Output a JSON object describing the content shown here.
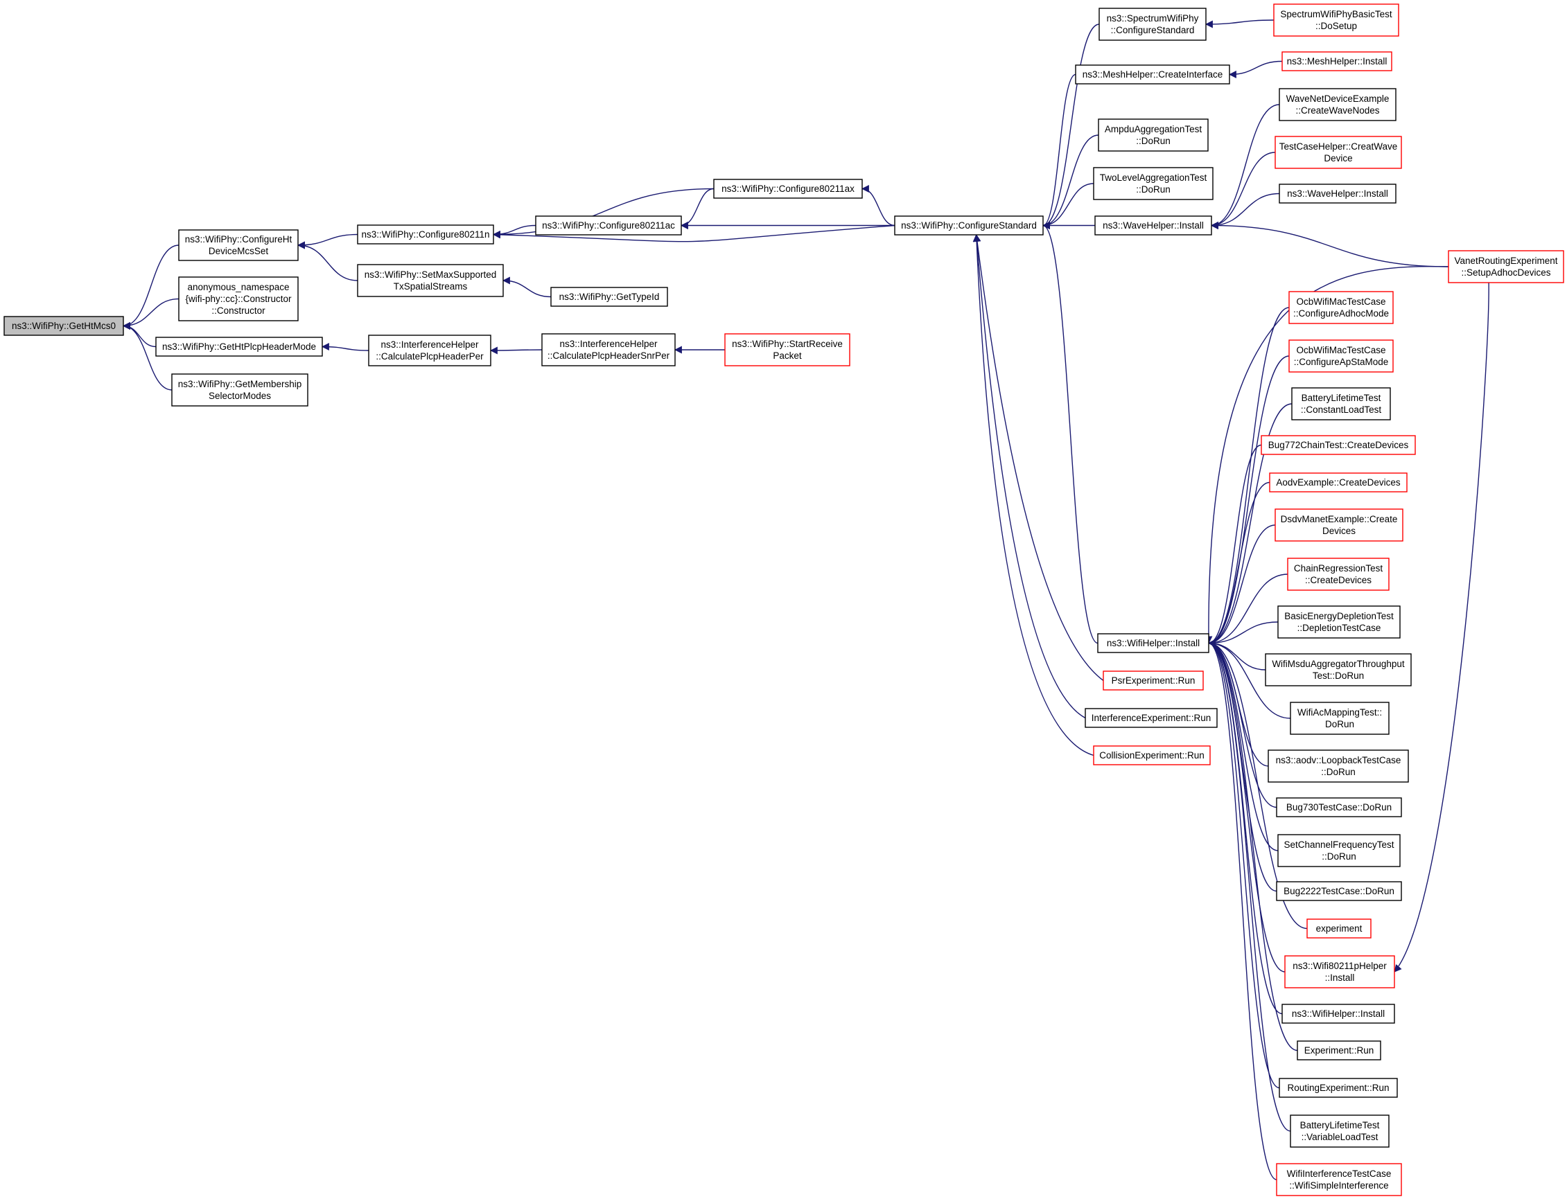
{
  "colors": {
    "edge": "#191970",
    "border_default": "#000000",
    "border_truncated": "#ff0000",
    "root_fill": "#bfbfbf",
    "background": "#ffffff"
  },
  "nodes": [
    {
      "id": "n_root",
      "lines": [
        "ns3::WifiPhy::GetHtMcs0"
      ],
      "style": "root"
    },
    {
      "id": "n_cfght",
      "lines": [
        "ns3::WifiPhy::ConfigureHt",
        "DeviceMcsSet"
      ],
      "style": "normal"
    },
    {
      "id": "n_anon",
      "lines": [
        "anonymous_namespace",
        "{wifi-phy::cc}::Constructor",
        "::Constructor"
      ],
      "style": "normal"
    },
    {
      "id": "n_gethtplcp",
      "lines": [
        "ns3::WifiPhy::GetHtPlcpHeaderMode"
      ],
      "style": "normal"
    },
    {
      "id": "n_getmember",
      "lines": [
        "ns3::WifiPhy::GetMembership",
        "SelectorModes"
      ],
      "style": "normal"
    },
    {
      "id": "n_cfg11n",
      "lines": [
        "ns3::WifiPhy::Configure80211n"
      ],
      "style": "normal"
    },
    {
      "id": "n_setmax",
      "lines": [
        "ns3::WifiPhy::SetMaxSupported",
        "TxSpatialStreams"
      ],
      "style": "normal"
    },
    {
      "id": "n_ihper",
      "lines": [
        "ns3::InterferenceHelper",
        "::CalculatePlcpHeaderPer"
      ],
      "style": "normal"
    },
    {
      "id": "n_cfg11ac",
      "lines": [
        "ns3::WifiPhy::Configure80211ac"
      ],
      "style": "normal"
    },
    {
      "id": "n_gettypeid",
      "lines": [
        "ns3::WifiPhy::GetTypeId"
      ],
      "style": "normal"
    },
    {
      "id": "n_ihsnr",
      "lines": [
        "ns3::InterferenceHelper",
        "::CalculatePlcpHeaderSnrPer"
      ],
      "style": "normal"
    },
    {
      "id": "n_startrx",
      "lines": [
        "ns3::WifiPhy::StartReceive",
        "Packet"
      ],
      "style": "truncated"
    },
    {
      "id": "n_cfg11ax",
      "lines": [
        "ns3::WifiPhy::Configure80211ax"
      ],
      "style": "normal"
    },
    {
      "id": "n_cfgstd",
      "lines": [
        "ns3::WifiPhy::ConfigureStandard"
      ],
      "style": "normal"
    },
    {
      "id": "n_specphy",
      "lines": [
        "ns3::SpectrumWifiPhy",
        "::ConfigureStandard"
      ],
      "style": "normal"
    },
    {
      "id": "n_meshci",
      "lines": [
        "ns3::MeshHelper::CreateInterface"
      ],
      "style": "normal"
    },
    {
      "id": "n_ampdu",
      "lines": [
        "AmpduAggregationTest",
        "::DoRun"
      ],
      "style": "normal"
    },
    {
      "id": "n_twolevel",
      "lines": [
        "TwoLevelAggregationTest",
        "::DoRun"
      ],
      "style": "normal"
    },
    {
      "id": "n_waveinst",
      "lines": [
        "ns3::WaveHelper::Install"
      ],
      "style": "normal"
    },
    {
      "id": "n_wifiinst",
      "lines": [
        "ns3::WifiHelper::Install"
      ],
      "style": "normal"
    },
    {
      "id": "n_psr",
      "lines": [
        "PsrExperiment::Run"
      ],
      "style": "truncated"
    },
    {
      "id": "n_interexp",
      "lines": [
        "InterferenceExperiment::Run"
      ],
      "style": "normal"
    },
    {
      "id": "n_collision",
      "lines": [
        "CollisionExperiment::Run"
      ],
      "style": "truncated"
    },
    {
      "id": "n_specbasic",
      "lines": [
        "SpectrumWifiPhyBasicTest",
        "::DoSetup"
      ],
      "style": "truncated"
    },
    {
      "id": "n_meshinst",
      "lines": [
        "ns3::MeshHelper::Install"
      ],
      "style": "truncated"
    },
    {
      "id": "n_wavenet",
      "lines": [
        "WaveNetDeviceExample",
        "::CreateWaveNodes"
      ],
      "style": "normal"
    },
    {
      "id": "n_tchelper",
      "lines": [
        "TestCaseHelper::CreatWave",
        "Device"
      ],
      "style": "truncated"
    },
    {
      "id": "n_wavehelperinst",
      "lines": [
        "ns3::WaveHelper::Install"
      ],
      "style": "normal"
    },
    {
      "id": "n_vanet",
      "lines": [
        "VanetRoutingExperiment",
        "::SetupAdhocDevices"
      ],
      "style": "truncated"
    },
    {
      "id": "n_ocbadhoc",
      "lines": [
        "OcbWifiMacTestCase",
        "::ConfigureAdhocMode"
      ],
      "style": "truncated"
    },
    {
      "id": "n_ocbapsta",
      "lines": [
        "OcbWifiMacTestCase",
        "::ConfigureApStaMode"
      ],
      "style": "truncated"
    },
    {
      "id": "n_battconst",
      "lines": [
        "BatteryLifetimeTest",
        "::ConstantLoadTest"
      ],
      "style": "normal"
    },
    {
      "id": "n_bug772",
      "lines": [
        "Bug772ChainTest::CreateDevices"
      ],
      "style": "truncated"
    },
    {
      "id": "n_aodvex",
      "lines": [
        "AodvExample::CreateDevices"
      ],
      "style": "truncated"
    },
    {
      "id": "n_dsdv",
      "lines": [
        "DsdvManetExample::Create",
        "Devices"
      ],
      "style": "truncated"
    },
    {
      "id": "n_chainreg",
      "lines": [
        "ChainRegressionTest",
        "::CreateDevices"
      ],
      "style": "truncated"
    },
    {
      "id": "n_basicenergy",
      "lines": [
        "BasicEnergyDepletionTest",
        "::DepletionTestCase"
      ],
      "style": "normal"
    },
    {
      "id": "n_msdu",
      "lines": [
        "WifiMsduAggregatorThroughput",
        "Test::DoRun"
      ],
      "style": "normal"
    },
    {
      "id": "n_acmap",
      "lines": [
        "WifiAcMappingTest::",
        "DoRun"
      ],
      "style": "normal"
    },
    {
      "id": "n_aodvloop",
      "lines": [
        "ns3::aodv::LoopbackTestCase",
        "::DoRun"
      ],
      "style": "normal"
    },
    {
      "id": "n_bug730",
      "lines": [
        "Bug730TestCase::DoRun"
      ],
      "style": "normal"
    },
    {
      "id": "n_setchan",
      "lines": [
        "SetChannelFrequencyTest",
        "::DoRun"
      ],
      "style": "normal"
    },
    {
      "id": "n_bug2222",
      "lines": [
        "Bug2222TestCase::DoRun"
      ],
      "style": "normal"
    },
    {
      "id": "n_experiment",
      "lines": [
        "experiment"
      ],
      "style": "truncated"
    },
    {
      "id": "n_80211p",
      "lines": [
        "ns3::Wifi80211pHelper",
        "::Install"
      ],
      "style": "truncated"
    },
    {
      "id": "n_wifihelper2",
      "lines": [
        "ns3::WifiHelper::Install"
      ],
      "style": "normal"
    },
    {
      "id": "n_exprun",
      "lines": [
        "Experiment::Run"
      ],
      "style": "normal"
    },
    {
      "id": "n_routing",
      "lines": [
        "RoutingExperiment::Run"
      ],
      "style": "normal"
    },
    {
      "id": "n_battvar",
      "lines": [
        "BatteryLifetimeTest",
        "::VariableLoadTest"
      ],
      "style": "normal"
    },
    {
      "id": "n_wifiinterf",
      "lines": [
        "WifiInterferenceTestCase",
        "::WifiSimpleInterference"
      ],
      "style": "truncated"
    }
  ],
  "edges": [
    {
      "from": "n_cfght",
      "to": "n_root"
    },
    {
      "from": "n_anon",
      "to": "n_root"
    },
    {
      "from": "n_gethtplcp",
      "to": "n_root"
    },
    {
      "from": "n_getmember",
      "to": "n_root"
    },
    {
      "from": "n_cfg11n",
      "to": "n_cfght"
    },
    {
      "from": "n_setmax",
      "to": "n_cfght"
    },
    {
      "from": "n_ihper",
      "to": "n_gethtplcp"
    },
    {
      "from": "n_cfg11ac",
      "to": "n_cfg11n"
    },
    {
      "from": "n_cfg11ax",
      "to": "n_cfg11n"
    },
    {
      "from": "n_cfgstd",
      "to": "n_cfg11n"
    },
    {
      "from": "n_gettypeid",
      "to": "n_setmax"
    },
    {
      "from": "n_ihsnr",
      "to": "n_ihper"
    },
    {
      "from": "n_startrx",
      "to": "n_ihsnr"
    },
    {
      "from": "n_cfg11ax",
      "to": "n_cfg11ac"
    },
    {
      "from": "n_cfgstd",
      "to": "n_cfg11ac"
    },
    {
      "from": "n_cfgstd",
      "to": "n_cfg11ax"
    },
    {
      "from": "n_specphy",
      "to": "n_cfgstd"
    },
    {
      "from": "n_meshci",
      "to": "n_cfgstd"
    },
    {
      "from": "n_ampdu",
      "to": "n_cfgstd"
    },
    {
      "from": "n_twolevel",
      "to": "n_cfgstd"
    },
    {
      "from": "n_waveinst",
      "to": "n_cfgstd"
    },
    {
      "from": "n_wifiinst",
      "to": "n_cfgstd"
    },
    {
      "from": "n_psr",
      "to": "n_cfgstd"
    },
    {
      "from": "n_interexp",
      "to": "n_cfgstd"
    },
    {
      "from": "n_collision",
      "to": "n_cfgstd"
    },
    {
      "from": "n_specbasic",
      "to": "n_specphy"
    },
    {
      "from": "n_meshinst",
      "to": "n_meshci"
    },
    {
      "from": "n_wavenet",
      "to": "n_waveinst"
    },
    {
      "from": "n_tchelper",
      "to": "n_waveinst"
    },
    {
      "from": "n_wavehelperinst",
      "to": "n_waveinst"
    },
    {
      "from": "n_vanet",
      "to": "n_waveinst"
    },
    {
      "from": "n_vanet",
      "to": "n_wifiinst"
    },
    {
      "from": "n_ocbadhoc",
      "to": "n_wifiinst"
    },
    {
      "from": "n_ocbapsta",
      "to": "n_wifiinst"
    },
    {
      "from": "n_battconst",
      "to": "n_wifiinst"
    },
    {
      "from": "n_bug772",
      "to": "n_wifiinst"
    },
    {
      "from": "n_aodvex",
      "to": "n_wifiinst"
    },
    {
      "from": "n_dsdv",
      "to": "n_wifiinst"
    },
    {
      "from": "n_chainreg",
      "to": "n_wifiinst"
    },
    {
      "from": "n_basicenergy",
      "to": "n_wifiinst"
    },
    {
      "from": "n_msdu",
      "to": "n_wifiinst"
    },
    {
      "from": "n_acmap",
      "to": "n_wifiinst"
    },
    {
      "from": "n_aodvloop",
      "to": "n_wifiinst"
    },
    {
      "from": "n_bug730",
      "to": "n_wifiinst"
    },
    {
      "from": "n_setchan",
      "to": "n_wifiinst"
    },
    {
      "from": "n_bug2222",
      "to": "n_wifiinst"
    },
    {
      "from": "n_experiment",
      "to": "n_wifiinst"
    },
    {
      "from": "n_80211p",
      "to": "n_wifiinst"
    },
    {
      "from": "n_wifihelper2",
      "to": "n_wifiinst"
    },
    {
      "from": "n_exprun",
      "to": "n_wifiinst"
    },
    {
      "from": "n_routing",
      "to": "n_wifiinst"
    },
    {
      "from": "n_battvar",
      "to": "n_wifiinst"
    },
    {
      "from": "n_wifiinterf",
      "to": "n_wifiinst"
    },
    {
      "from": "n_vanet",
      "to": "n_80211p"
    }
  ]
}
